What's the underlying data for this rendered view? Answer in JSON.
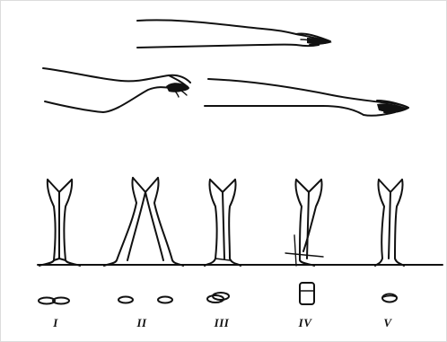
{
  "figure": {
    "positions": [
      {
        "numeral": "I"
      },
      {
        "numeral": "II"
      },
      {
        "numeral": "III"
      },
      {
        "numeral": "IV"
      },
      {
        "numeral": "V"
      }
    ]
  },
  "colors": {
    "ink": "#111111",
    "paper": "#ffffff"
  }
}
